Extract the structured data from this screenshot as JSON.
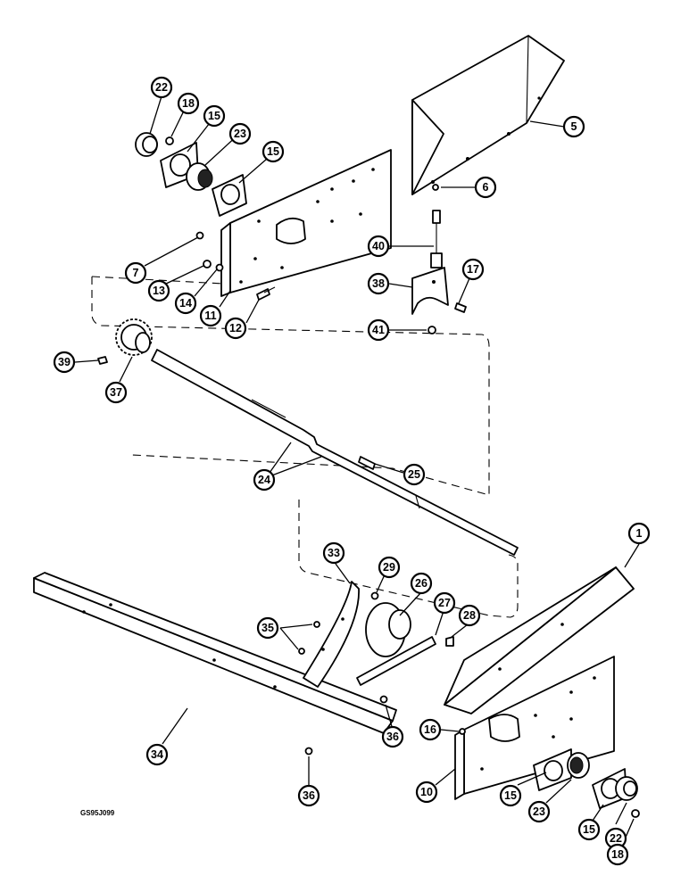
{
  "figure_code": "GS95J099",
  "callouts": [
    {
      "id": "c-22-top",
      "label": "22"
    },
    {
      "id": "c-18-top",
      "label": "18"
    },
    {
      "id": "c-15-top-a",
      "label": "15"
    },
    {
      "id": "c-23-top",
      "label": "23"
    },
    {
      "id": "c-15-top-b",
      "label": "15"
    },
    {
      "id": "c-5",
      "label": "5"
    },
    {
      "id": "c-6",
      "label": "6"
    },
    {
      "id": "c-40",
      "label": "40"
    },
    {
      "id": "c-7",
      "label": "7"
    },
    {
      "id": "c-13",
      "label": "13"
    },
    {
      "id": "c-14",
      "label": "14"
    },
    {
      "id": "c-11",
      "label": "11"
    },
    {
      "id": "c-12",
      "label": "12"
    },
    {
      "id": "c-38",
      "label": "38"
    },
    {
      "id": "c-17",
      "label": "17"
    },
    {
      "id": "c-41",
      "label": "41"
    },
    {
      "id": "c-39",
      "label": "39"
    },
    {
      "id": "c-37",
      "label": "37"
    },
    {
      "id": "c-24",
      "label": "24"
    },
    {
      "id": "c-25",
      "label": "25"
    },
    {
      "id": "c-1",
      "label": "1"
    },
    {
      "id": "c-33",
      "label": "33"
    },
    {
      "id": "c-29",
      "label": "29"
    },
    {
      "id": "c-26",
      "label": "26"
    },
    {
      "id": "c-27",
      "label": "27"
    },
    {
      "id": "c-28",
      "label": "28"
    },
    {
      "id": "c-35",
      "label": "35"
    },
    {
      "id": "c-34",
      "label": "34"
    },
    {
      "id": "c-36-mid",
      "label": "36"
    },
    {
      "id": "c-16",
      "label": "16"
    },
    {
      "id": "c-36-bot",
      "label": "36"
    },
    {
      "id": "c-15-bot-a",
      "label": "15"
    },
    {
      "id": "c-23-bot",
      "label": "23"
    },
    {
      "id": "c-15-bot-b",
      "label": "15"
    },
    {
      "id": "c-22-bot",
      "label": "22"
    },
    {
      "id": "c-10",
      "label": "10"
    },
    {
      "id": "c-18-bot",
      "label": "18"
    }
  ]
}
